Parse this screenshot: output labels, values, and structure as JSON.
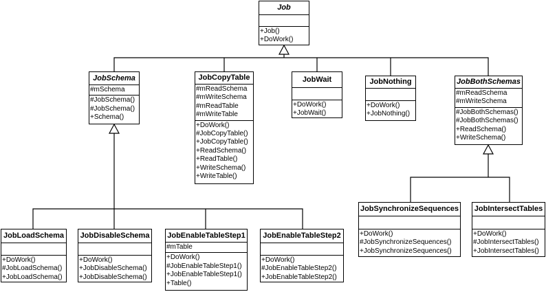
{
  "classes": {
    "job": {
      "name": "Job",
      "attributes": [],
      "operations": [
        "+Job()",
        "+DoWork()"
      ]
    },
    "jobSchema": {
      "name": "JobSchema",
      "attributes": [
        "#mSchema"
      ],
      "operations": [
        "#JobSchema()",
        "#JobSchema()",
        "+Schema()"
      ]
    },
    "jobCopyTable": {
      "name": "JobCopyTable",
      "attributes": [
        "#mReadSchema",
        "#mWriteSchema",
        "#mReadTable",
        "#mWriteTable"
      ],
      "operations": [
        "+DoWork()",
        "#JobCopyTable()",
        "+JobCopyTable()",
        "+ReadSchema()",
        "+ReadTable()",
        "+WriteSchema()",
        "+WriteTable()"
      ]
    },
    "jobWait": {
      "name": "JobWait",
      "attributes": [],
      "operations": [
        "+DoWork()",
        "+JobWait()"
      ]
    },
    "jobNothing": {
      "name": "JobNothing",
      "attributes": [],
      "operations": [
        "+DoWork()",
        "+JobNothing()"
      ]
    },
    "jobBothSchemas": {
      "name": "JobBothSchemas",
      "attributes": [
        "#mReadSchema",
        "#mWriteSchema"
      ],
      "operations": [
        "#JobBothSchemas()",
        "#JobBothSchemas()",
        "+ReadSchema()",
        "+WriteSchema()"
      ]
    },
    "jobLoadSchema": {
      "name": "JobLoadSchema",
      "attributes": [],
      "operations": [
        "+DoWork()",
        "#JobLoadSchema()",
        "+JobLoadSchema()"
      ]
    },
    "jobDisableSchema": {
      "name": "JobDisableSchema",
      "attributes": [],
      "operations": [
        "+DoWork()",
        "+JobDisableSchema()",
        "+JobDisableSchema()"
      ]
    },
    "jobEnableTableStep1": {
      "name": "JobEnableTableStep1",
      "attributes": [
        "#mTable"
      ],
      "operations": [
        "+DoWork()",
        "#JobEnableTableStep1()",
        "+JobEnableTableStep1()",
        "+Table()"
      ]
    },
    "jobEnableTableStep2": {
      "name": "JobEnableTableStep2",
      "attributes": [],
      "operations": [
        "+DoWork()",
        "#JobEnableTableStep2()",
        "+JobEnableTableStep2()"
      ]
    },
    "jobSynchronizeSequences": {
      "name": "JobSynchronizeSequences",
      "attributes": [],
      "operations": [
        "+DoWork()",
        "#JobSynchronizeSequences()",
        "+JobSynchronizeSequences()"
      ]
    },
    "jobIntersectTables": {
      "name": "JobIntersectTables",
      "attributes": [],
      "operations": [
        "+DoWork()",
        "#JobIntersectTables()",
        "+JobIntersectTables()"
      ]
    }
  },
  "generalizations": [
    {
      "parent": "Job",
      "children": [
        "JobSchema",
        "JobCopyTable",
        "JobWait",
        "JobNothing",
        "JobBothSchemas"
      ]
    },
    {
      "parent": "JobSchema",
      "children": [
        "JobLoadSchema",
        "JobDisableSchema",
        "JobEnableTableStep1",
        "JobEnableTableStep2"
      ]
    },
    {
      "parent": "JobBothSchemas",
      "children": [
        "JobSynchronizeSequences",
        "JobIntersectTables"
      ]
    }
  ]
}
